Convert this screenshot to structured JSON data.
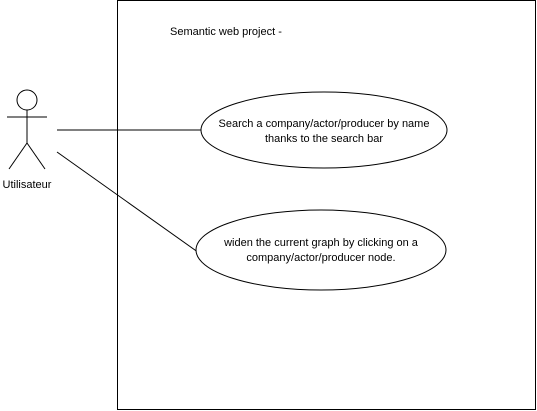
{
  "system": {
    "title": "Semantic web project -"
  },
  "actor": {
    "label": "Utilisateur"
  },
  "use_cases": [
    {
      "line1": "Search a company/actor/producer by name",
      "line2": "thanks to the search bar"
    },
    {
      "line1": "widen the current graph by clicking on a",
      "line2": "company/actor/producer node."
    }
  ],
  "colors": {
    "stroke": "#000000",
    "fill": "#ffffff",
    "text": "#000000"
  }
}
